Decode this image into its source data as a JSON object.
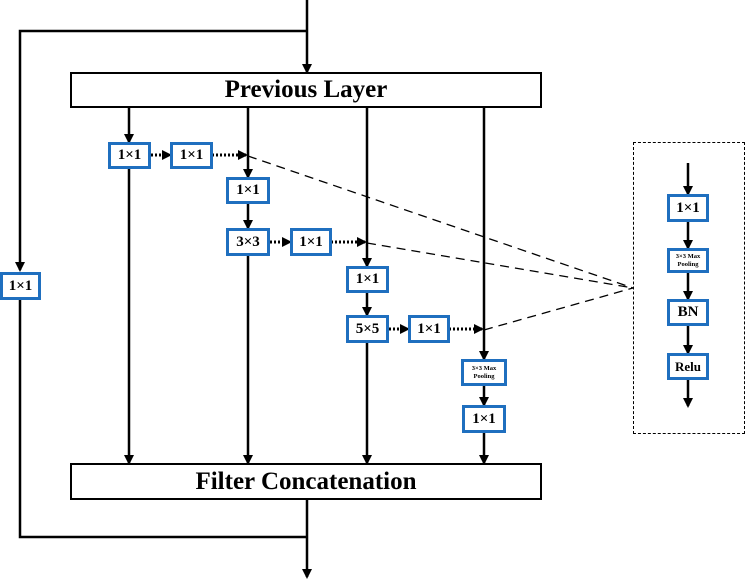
{
  "layers": {
    "previous": "Previous Layer",
    "concat": "Filter Concatenation"
  },
  "ops": {
    "conv1x1": "1×1",
    "conv3x3": "3×3",
    "conv5x5": "5×5",
    "maxpool_line1": "3×3 Max",
    "maxpool_line2": "Pooling"
  },
  "detail": {
    "conv": "1×1",
    "pool_line1": "3×3 Max",
    "pool_line2": "Pooling",
    "bn": "BN",
    "relu": "Relu"
  },
  "colors": {
    "op_border": "#1f6fbf",
    "line": "#000000"
  }
}
